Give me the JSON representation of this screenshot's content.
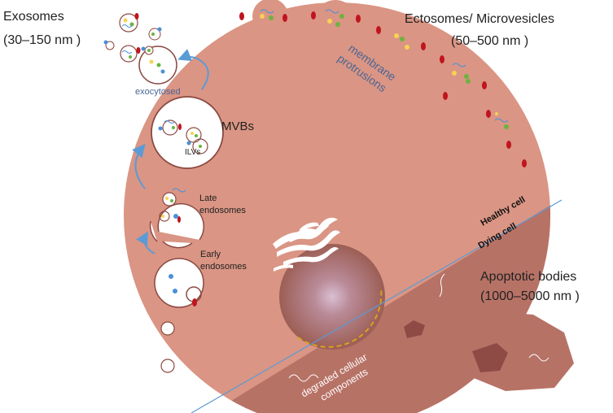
{
  "labels": {
    "exosomes_title": "Exosomes",
    "exosomes_size": "(30–150 nm )",
    "ectosomes_title": "Ectosomes/ Microvesicles",
    "ectosomes_size": "(50–500 nm )",
    "membrane_line1": "membrane",
    "membrane_line2": "protrusions",
    "exocytosed": "exocytosed",
    "mvbs": "MVBs",
    "ilvs": "ILVs",
    "late_line1": "Late",
    "late_line2": "endosomes",
    "early_line1": "Early",
    "early_line2": "endosomes",
    "healthy_cell": "Healthy cell",
    "dying_cell": "Dying cell",
    "apoptotic_title": "Apoptotic bodies",
    "apoptotic_size": "(1000–5000 nm )",
    "degraded_line1": "degraded cellular",
    "degraded_line2": "components"
  },
  "colors": {
    "cell": "#DA9584",
    "cell_dark": "#B77266",
    "nucleus": "#9C5E55",
    "membrane_red": "#C0141E",
    "vesicle_outline": "#8B4A43",
    "blue_arrow": "#5B9BD5",
    "boundary_line": "#5B9BD5",
    "text_blue": "#4B6594",
    "cargo_green": "#6CB33F",
    "cargo_yellow": "#F7D255",
    "cargo_blue": "#4A90D9",
    "dashed_orange": "#D9A21B"
  }
}
